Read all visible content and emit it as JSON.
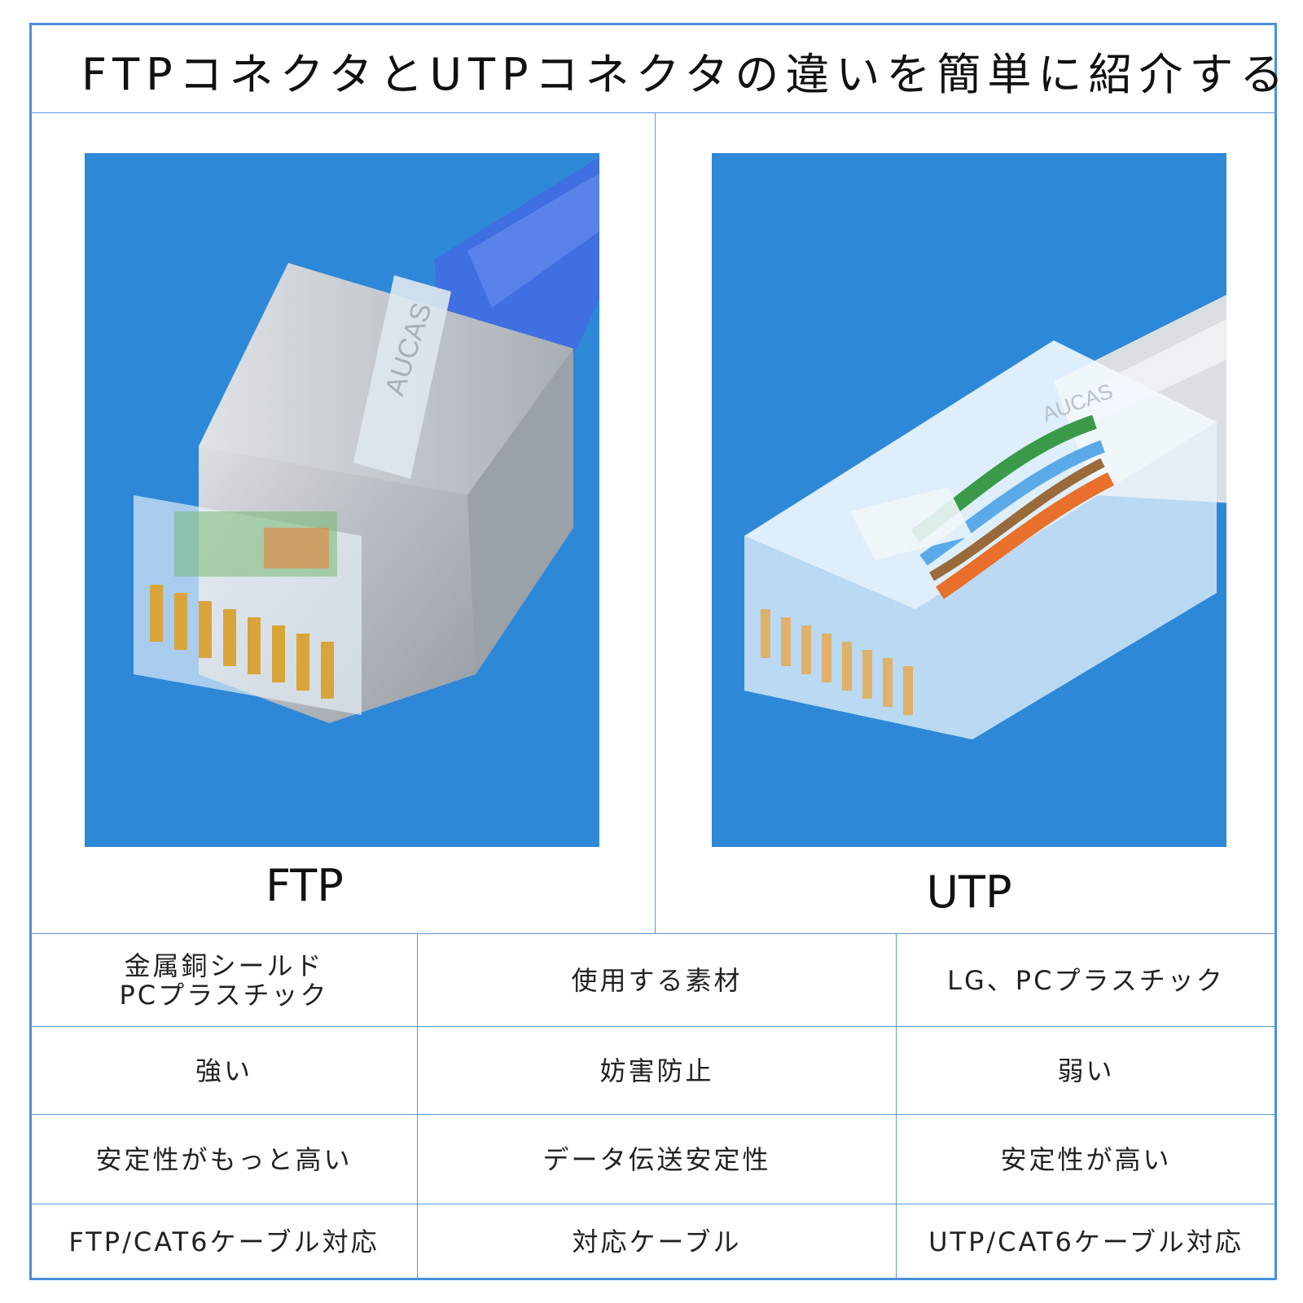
{
  "title": "FTPコネクタとUTPコネクタの違いを簡単に紹介する",
  "ftp_panel": {
    "caption": "FTP",
    "brand_mark": "AUCAS"
  },
  "utp_panel": {
    "caption": "UTP",
    "brand_mark": "AUCAS"
  },
  "comparison_table": {
    "rows": [
      {
        "ftp": "金属銅シールド\nPCプラスチック",
        "feature": "使用する素材",
        "utp": "LG、PCプラスチック"
      },
      {
        "ftp": "強い",
        "feature": "妨害防止",
        "utp": "弱い"
      },
      {
        "ftp": "安定性がもっと高い",
        "feature": "データ伝送安定性",
        "utp": "安定性が高い"
      },
      {
        "ftp": "FTP/CAT6ケーブル対応",
        "feature": "対応ケーブル",
        "utp": "UTP/CAT6ケーブル対応"
      }
    ]
  },
  "colors": {
    "accent": "#4a90d9",
    "photo_background": "#2e88d8",
    "gold_pins": "#d9a53b"
  }
}
